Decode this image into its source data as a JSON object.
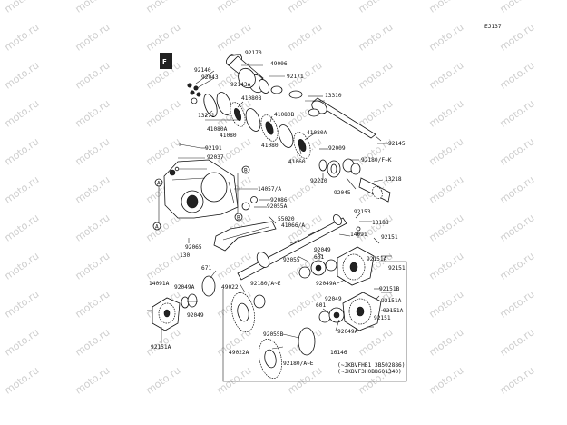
{
  "watermark": "moto.ru",
  "ref_code": "EJ137",
  "labels": {
    "l92170": "92170",
    "l49006": "49006",
    "l92140": "92140",
    "l92043": "92043",
    "l92143A": "92143A",
    "l92171": "92171",
    "l13310": "13310",
    "l41080B_1": "41080B",
    "l13271": "13271",
    "l41080B_2": "41080B",
    "l41080A_1": "41080A",
    "l41080_1": "41080",
    "l41080_2": "41080",
    "l41080A_2": "41080A",
    "l92009": "92009",
    "l41060": "41060",
    "l92145": "92145",
    "l92191": "92191",
    "l92037": "92037",
    "l92180FK": "92180/F~K",
    "l92210": "92210",
    "l13218": "13218",
    "l92045": "92045",
    "l14057": "14057/A",
    "l92086": "92086",
    "l92055A": "92055A",
    "l92153": "92153",
    "l55020": "55020",
    "l41066": "41066/A",
    "l13188": "13188",
    "l92065": "92065",
    "l130": "130",
    "l14091_1": "14091",
    "l92151_1": "92151",
    "l92049_1": "92049",
    "l92055": "92055",
    "l601_1": "601",
    "l92151A_1": "92151A",
    "l92049A_1": "92049A",
    "l92151_2": "92151",
    "l671": "671",
    "l49022": "49022",
    "l92180AE_1": "92180/A~E",
    "l14091A": "14091A",
    "l92049A_2": "92049A",
    "l92049_2": "92049",
    "l92049_3": "92049",
    "l92151B": "92151B",
    "l601_2": "601",
    "l92151A_2": "92151A",
    "l92151_3": "92151",
    "l92049A_3": "92049A",
    "l16146": "16146",
    "l92151A_3": "92151A",
    "l92055B": "92055B",
    "l49022A": "49022A",
    "l92180AE_2": "92180/A~E",
    "note1": "(~JKBVFHB1 3B502886)",
    "note2": "(~JKBVF3H0BB601340)",
    "callout_a": "A",
    "callout_b": "B"
  }
}
